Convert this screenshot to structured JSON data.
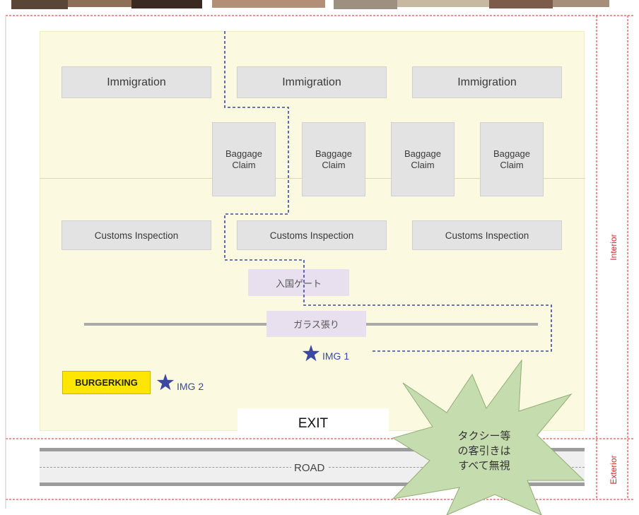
{
  "areas": {
    "immigration": [
      "Immigration",
      "Immigration",
      "Immigration"
    ],
    "baggage_claim": [
      "Baggage\nClaim",
      "Baggage\nClaim",
      "Baggage\nClaim",
      "Baggage\nClaim"
    ],
    "customs": [
      "Customs Inspection",
      "Customs Inspection",
      "Customs Inspection"
    ],
    "entry_gate": "入国ゲート",
    "glass_wall": "ガラス張り",
    "exit": "EXIT",
    "road": "ROAD"
  },
  "markers": {
    "img1": "IMG 1",
    "img2": "IMG 2",
    "burgerking": "BURGERKING"
  },
  "callout": "タクシー等\nの客引きは\nすべて無視",
  "zones": {
    "interior": "Interior",
    "exterior": "Exterior"
  },
  "colors": {
    "floor": "#fbfae0",
    "box": "#e3e3e3",
    "route": "#3b4aa0",
    "zone_line": "#d42a2a",
    "burgerking": "#ffe600",
    "callout": "#c5dcae",
    "star": "#3b4aa0"
  }
}
